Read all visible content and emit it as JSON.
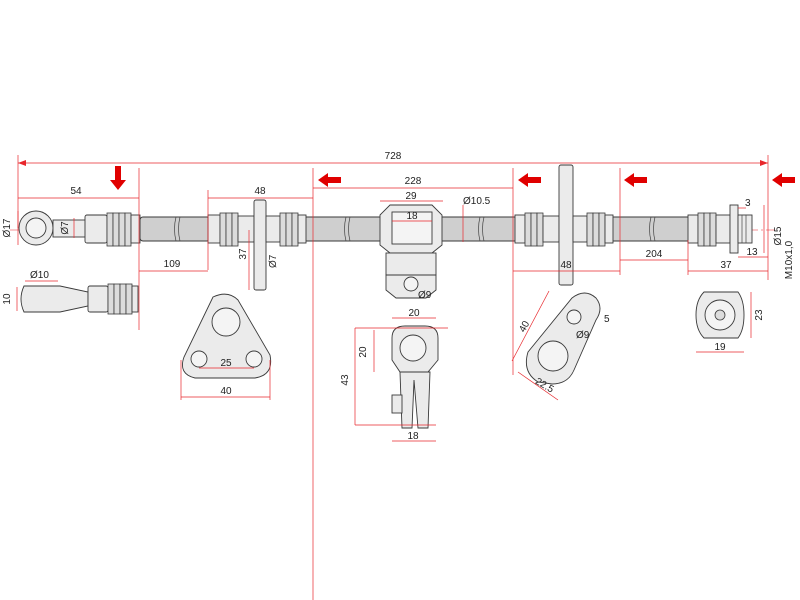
{
  "dimensions": {
    "total_length": "728",
    "left_fitting_length": "54",
    "clip_center_span": "228",
    "bracket1_width": "48",
    "bracket1_offset": "109",
    "bracket1_height": "37",
    "bracket1_hole": "Ø7",
    "bracket3_width": "48",
    "bracket3_offset": "204",
    "clip_width": "29",
    "clip_inner": "18",
    "hose_od": "Ø10.5",
    "clip_hole": "Ø9",
    "eye_od": "Ø17",
    "eye_bore": "Ø7",
    "banjo_od": "Ø10",
    "banjo_thk": "10",
    "right_fitting_length": "37",
    "right_nut_offset": "13",
    "right_flare_len": "3",
    "right_fitting_od": "Ø15",
    "thread": "M10x1,0",
    "plate_hole_spacing": "25",
    "plate_width": "40",
    "clip_detail_width": "20",
    "clip_detail_height_top": "20",
    "clip_detail_height": "43",
    "clip_detail_bottom": "18",
    "bracket3_detail_height": "40",
    "bracket3_detail_offset": "5",
    "bracket3_detail_hole": "Ø9",
    "bracket3_detail_width": "22.5",
    "nut_height": "23",
    "nut_width": "19"
  },
  "markers": {
    "down_arrow_icon": "down-arrow",
    "left_arrow_icon": "left-arrow",
    "accent_color": "#e00000",
    "dimension_color": "#e8262b"
  }
}
